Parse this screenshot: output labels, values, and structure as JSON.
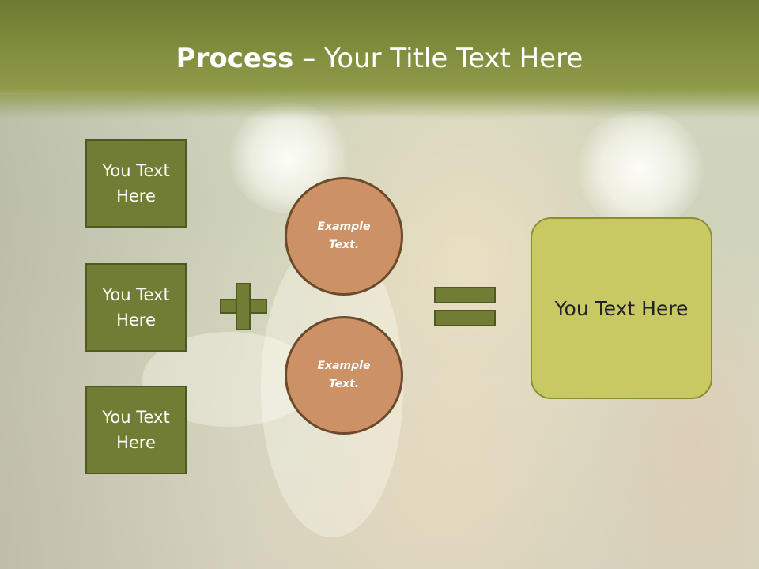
{
  "slide": {
    "title_bold": "Process",
    "title_separator": " – ",
    "title_rest": "Your Title Text Here",
    "left_boxes": [
      {
        "label": "You Text Here"
      },
      {
        "label": "You Text Here"
      },
      {
        "label": "You Text Here"
      }
    ],
    "circles": [
      {
        "label": "Example Text."
      },
      {
        "label": "Example Text."
      }
    ],
    "result_label": "You Text Here",
    "operators": [
      "plus-icon",
      "equals-icon"
    ],
    "colors": {
      "header": "#7f8c3c",
      "box_fill": "#717d34",
      "circle_fill": "#cc9164",
      "result_fill": "#c9c963"
    }
  }
}
